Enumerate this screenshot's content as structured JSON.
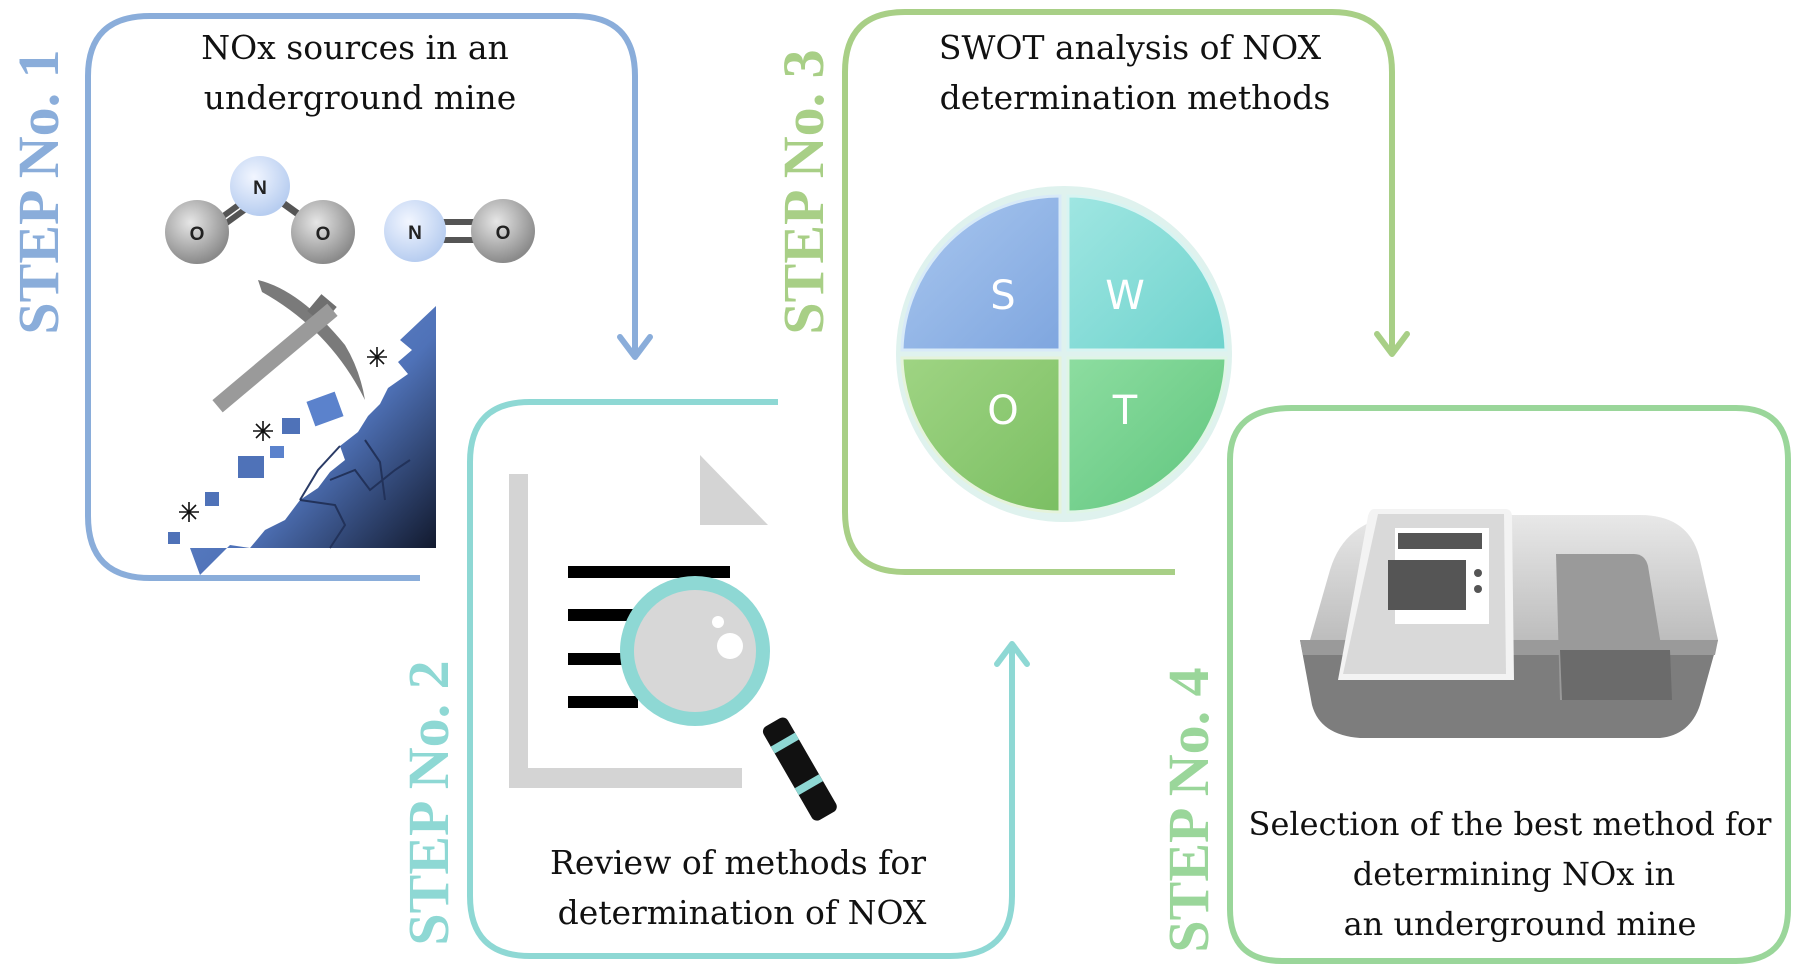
{
  "steps": [
    {
      "label": "STEP No. 1",
      "text_lines": [
        "NOx sources in an",
        "underground mine"
      ],
      "color": "#8aadda"
    },
    {
      "label": "STEP No. 2",
      "text_lines": [
        "Review of methods for",
        "determination of NOX"
      ],
      "color": "#8ed8d4"
    },
    {
      "label": "STEP No. 3",
      "text_lines": [
        "SWOT analysis of NOX",
        "determination methods"
      ],
      "color": "#a8cf86"
    },
    {
      "label": "STEP No. 4",
      "text_lines": [
        "Selection of the best method for",
        "determining NOx in",
        "an underground mine"
      ],
      "color": "#9ad69a"
    }
  ],
  "molecules": {
    "no2": {
      "center": "N",
      "left": "O",
      "right": "O"
    },
    "no": {
      "left": "N",
      "right": "O"
    }
  },
  "swot": {
    "s": "S",
    "w": "W",
    "o": "O",
    "t": "T"
  }
}
